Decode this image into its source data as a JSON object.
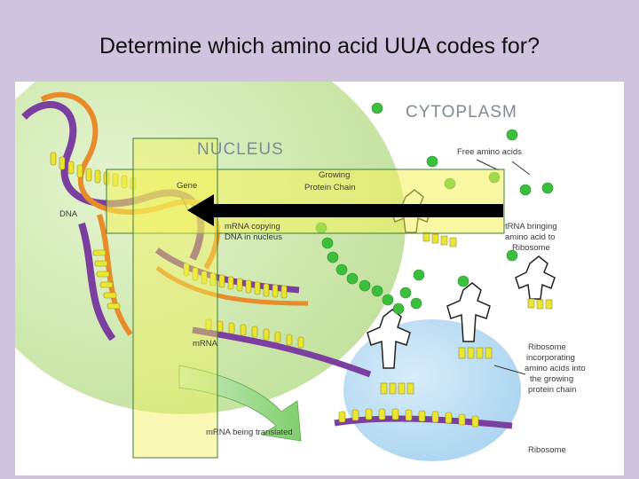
{
  "slide": {
    "title": "Determine which amino acid UUA codes for?"
  },
  "diagram": {
    "labels": {
      "cytoplasm": "CYTOPLASM",
      "nucleus": "NUCLEUS",
      "free_amino_acids": "Free amino acids",
      "growing_chain_line1": "Growing",
      "growing_chain_line2": "Protein Chain",
      "gene": "Gene",
      "dna": "DNA",
      "mrna_copying_line1": "mRNA copying",
      "mrna_copying_line2": "DNA in nucleus",
      "trna_line1": "tRNA bringing",
      "trna_line2": "amino acid to",
      "trna_line3": "Ribosome",
      "mrna": "mRNA",
      "ribosome_incorp_line1": "Ribosome",
      "ribosome_incorp_line2": "incorporating",
      "ribosome_incorp_line3": "amino acids into",
      "ribosome_incorp_line4": "the growing",
      "ribosome_incorp_line5": "protein chain",
      "mrna_translated": "mRNA being translated",
      "ribosome": "Ribosome"
    },
    "colors": {
      "highlight_fill": "#f2f25a",
      "highlight_stroke": "#3f7a3a",
      "amino_acid": "#3cbf3c",
      "nucleus": "#d6eeb7",
      "ribosome": "#bfe0f5",
      "arrow": "#000000"
    }
  }
}
